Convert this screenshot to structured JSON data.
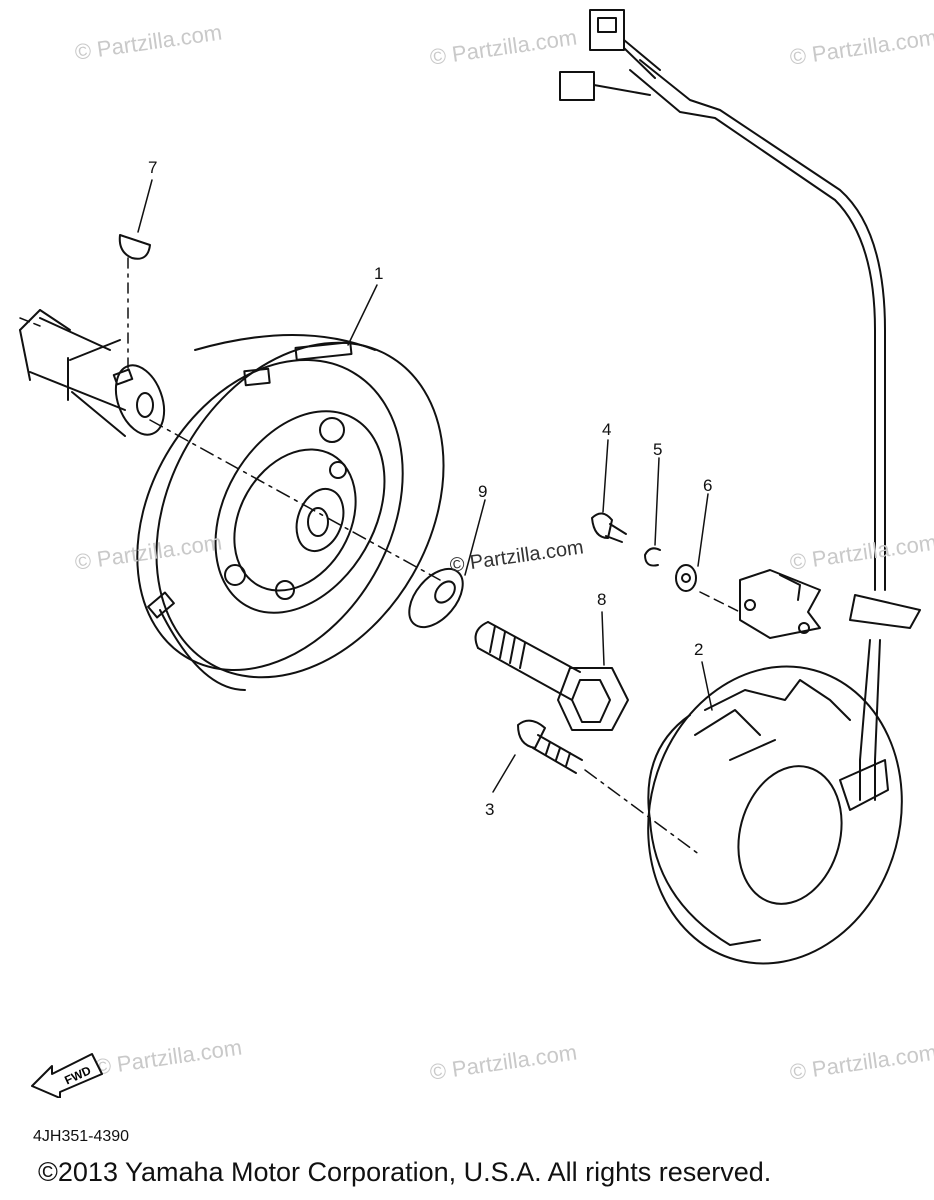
{
  "watermark": {
    "text": "© Partzilla.com",
    "inline_text": "© Partzilla.com"
  },
  "callouts": {
    "c1": "1",
    "c2": "2",
    "c3": "3",
    "c4": "4",
    "c5": "5",
    "c6": "6",
    "c7": "7",
    "c8": "8",
    "c9": "9"
  },
  "fwd_label": "FWD",
  "diagram_code": "4JH351-4390",
  "copyright": "©2013 Yamaha Motor Corporation, U.S.A. All rights reserved.",
  "colors": {
    "line": "#111111",
    "watermark": "#c9c9c9",
    "background": "#ffffff"
  }
}
